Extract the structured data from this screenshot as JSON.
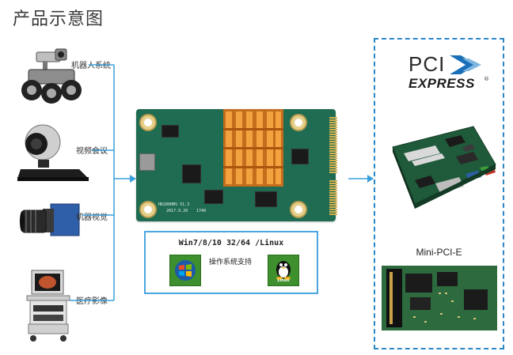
{
  "title": "产品示意图",
  "applications": [
    {
      "id": "robot",
      "label": "机器人系统",
      "icon": "robot-icon"
    },
    {
      "id": "conference",
      "label": "视频会议",
      "icon": "conference-camera-icon"
    },
    {
      "id": "vision",
      "label": "机器视觉",
      "icon": "industrial-camera-icon"
    },
    {
      "id": "medical",
      "label": "医疗影像",
      "icon": "medical-imaging-cart-icon"
    }
  ],
  "board": {
    "silk_model": "HD2000MS V1.3",
    "silk_date": "2017.9.20",
    "silk_code": "1740"
  },
  "os": {
    "title": "Win7/8/10 32/64 /Linux",
    "support_label": "操作系统支持",
    "windows_icon": "windows-logo-icon",
    "linux_icon": "linux-penguin-icon",
    "linux_label": "Linux"
  },
  "pcie": {
    "logo_top": "PCI",
    "logo_bottom": "EXPRESS",
    "registered": "®",
    "slot_label": "Mini-PCI-E"
  },
  "colors": {
    "arrow": "#3aa0dc",
    "frame": "#2b86c6",
    "pcb": "#1f6c52",
    "heatsink": "#e8922f",
    "os_icon": "#3e8f2d"
  }
}
